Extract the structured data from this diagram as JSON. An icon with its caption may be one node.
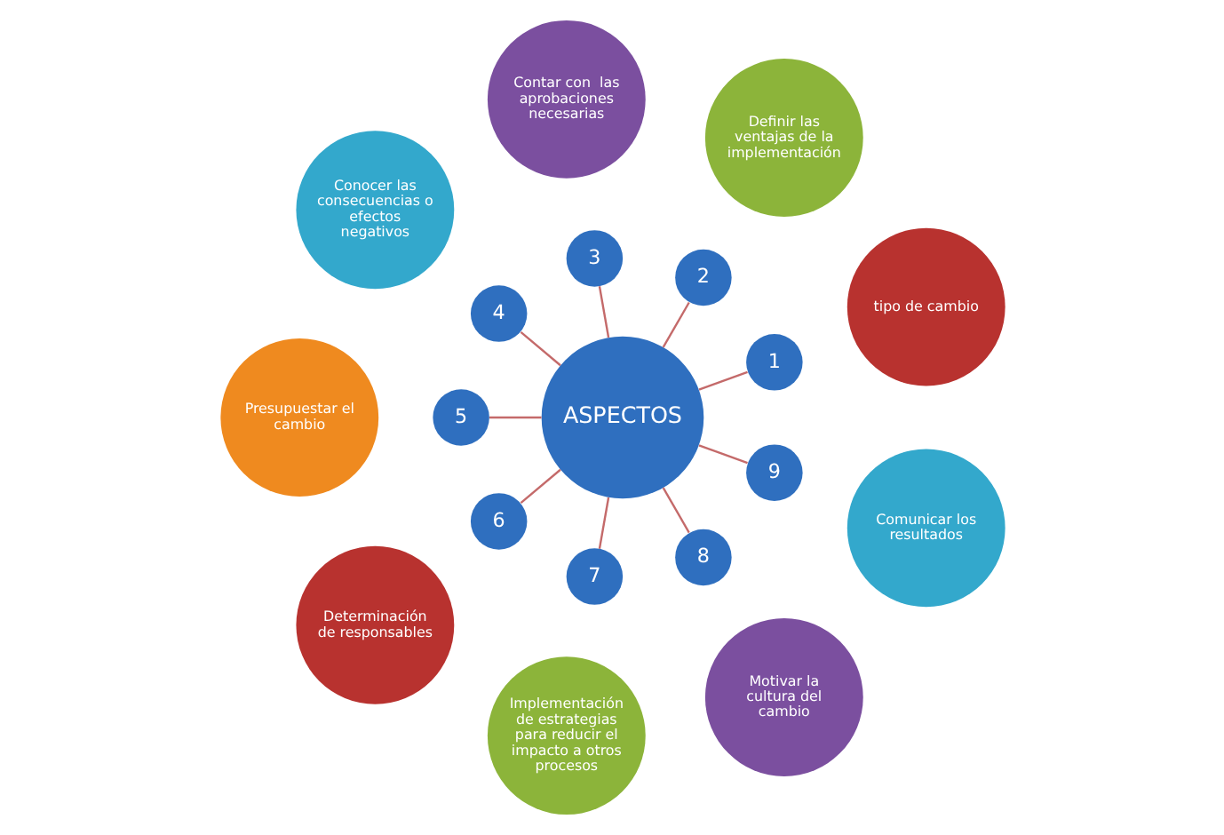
{
  "diagram": {
    "nodes": [
      {
        "text": [
          "ASPECTOS"
        ]
      },
      {
        "text": [
          "1"
        ]
      },
      {
        "text": [
          "tipo de cambio"
        ]
      },
      {
        "text": [
          "2"
        ]
      },
      {
        "text": [
          "Definir las ventajas de la implementación"
        ]
      },
      {
        "text": [
          "3"
        ]
      },
      {
        "text": [
          "Contar con  las aprobaciones necesarias"
        ]
      },
      {
        "text": [
          "4"
        ]
      },
      {
        "text": [
          "Conocer las consecuencias o efectos negativos"
        ]
      },
      {
        "text": [
          "5"
        ]
      },
      {
        "text": [
          "Presupuestar el cambio"
        ]
      },
      {
        "text": [
          "6"
        ]
      },
      {
        "text": [
          "Determinación de responsables"
        ]
      },
      {
        "text": [
          "7"
        ]
      },
      {
        "text": [
          "Implementación de estrategias para reducir el impacto a otros procesos"
        ]
      },
      {
        "text": [
          "8"
        ]
      },
      {
        "text": [
          "Motivar la cultura del cambio"
        ]
      },
      {
        "text": [
          "9"
        ]
      },
      {
        "text": [
          "Comunicar los resultados"
        ]
      }
    ],
    "edges": [
      {
        "from": 0,
        "to": 1,
        "arrow": "none"
      },
      {
        "from": 0,
        "to": 3,
        "arrow": "none"
      },
      {
        "from": 0,
        "to": 5,
        "arrow": "none"
      },
      {
        "from": 0,
        "to": 7,
        "arrow": "none"
      },
      {
        "from": 0,
        "to": 9,
        "arrow": "none"
      },
      {
        "from": 0,
        "to": 11,
        "arrow": "none"
      },
      {
        "from": 0,
        "to": 13,
        "arrow": "none"
      },
      {
        "from": 0,
        "to": 15,
        "arrow": "none"
      },
      {
        "from": 0,
        "to": 17,
        "arrow": "none"
      }
    ]
  }
}
